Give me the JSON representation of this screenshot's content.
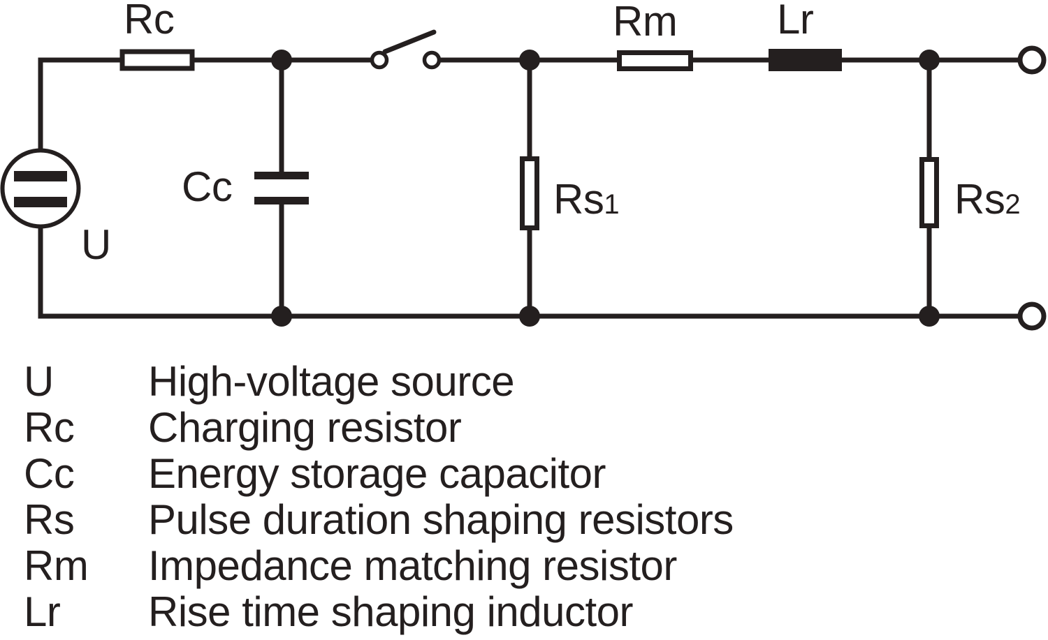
{
  "colors": {
    "ink": "#241f1f",
    "background": "#ffffff"
  },
  "circuit": {
    "labels": {
      "source": "U",
      "charging_resistor": "Rc",
      "storage_capacitor": "Cc",
      "shaping_resistor_1": {
        "base": "Rs",
        "sub": "1"
      },
      "matching_resistor": "Rm",
      "rise_time_inductor": "Lr",
      "shaping_resistor_2": {
        "base": "Rs",
        "sub": "2"
      }
    }
  },
  "legend": {
    "rows": [
      {
        "symbol": "U",
        "description": "High-voltage source"
      },
      {
        "symbol": "Rc",
        "description": "Charging resistor"
      },
      {
        "symbol": "Cc",
        "description": "Energy storage capacitor"
      },
      {
        "symbol": "Rs",
        "description": "Pulse duration shaping resistors"
      },
      {
        "symbol": "Rm",
        "description": "Impedance matching resistor"
      },
      {
        "symbol": "Lr",
        "description": "Rise time shaping inductor"
      }
    ]
  }
}
